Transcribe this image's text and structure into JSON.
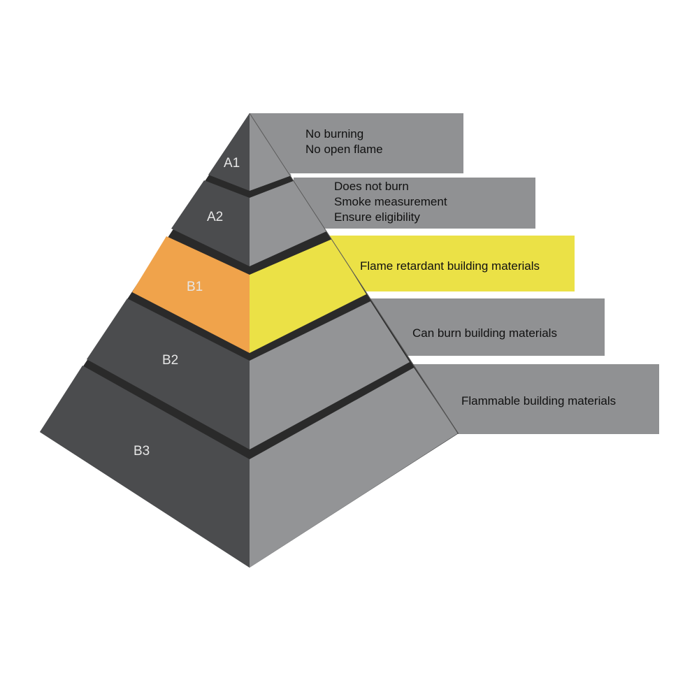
{
  "colors": {
    "left_face": "#4b4c4e",
    "right_face": "#939496",
    "stripe": "#2a2a2a",
    "box": "#909193",
    "highlight_left": "#f0a34b",
    "highlight_right": "#ebe146"
  },
  "levels": [
    {
      "label": "A1",
      "description": [
        "No burning",
        "No open flame"
      ]
    },
    {
      "label": "A2",
      "description": [
        "Does not burn",
        "Smoke measurement",
        "Ensure eligibility"
      ]
    },
    {
      "label": "B1",
      "description": [
        "Flame retardant building materials"
      ],
      "highlighted": true
    },
    {
      "label": "B2",
      "description": [
        "Can burn building materials"
      ]
    },
    {
      "label": "B3",
      "description": [
        "Flammable building materials"
      ]
    }
  ]
}
